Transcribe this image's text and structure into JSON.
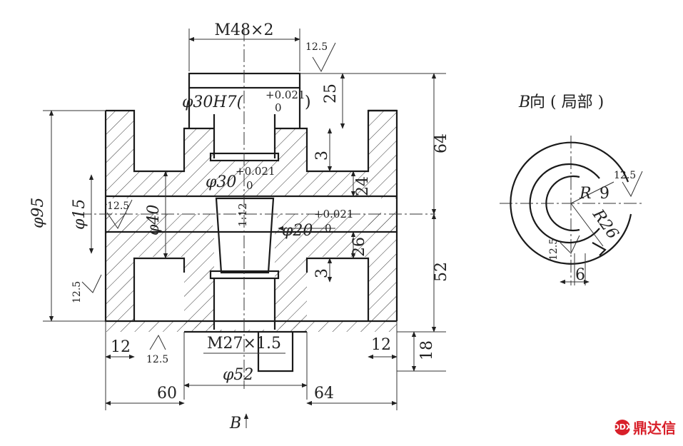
{
  "main_view": {
    "thread_top": "M48×2",
    "bore_top_a": "φ30H7(",
    "bore_top_tol_up": "+0.021",
    "bore_top_tol_low": "0",
    "bore_top_b": ")",
    "bore_mid": "φ30",
    "bore_mid_tol_up": "+0.021",
    "bore_mid_tol_low": "0",
    "outer_dia": "φ95",
    "cross_hole": "φ15",
    "hub_dia": "φ40",
    "inner_hole": "φ20",
    "inner_hole_tol_up": "+0.021",
    "inner_hole_tol_low": "0",
    "thread_bottom": "M27×1.5",
    "bottom_dia": "φ52",
    "taper": "1:12",
    "dim_25": "25",
    "dim_64_right": "64",
    "dim_3_top": "3",
    "dim_24": "24",
    "dim_26": "26",
    "dim_3_bottom": "3",
    "dim_52": "52",
    "dim_18": "18",
    "dim_12_left": "12",
    "dim_12_right": "12",
    "dim_60": "60",
    "dim_64_bottom": "64",
    "rough_top": "12.5",
    "rough_left_side": "12.5",
    "rough_cross": "12.5",
    "rough_bottom": "12.5",
    "view_arrow": "B"
  },
  "aux_view": {
    "title_letter": "B",
    "title_text": " 向 ( 局部 )",
    "radius_r": "R",
    "radius_9": "9",
    "radius_r26": "R26",
    "dim_6": "6",
    "rough_a": "12.5",
    "rough_b": "12.5"
  },
  "watermark": {
    "brand": "鼎达信",
    "mark": "DDX"
  }
}
